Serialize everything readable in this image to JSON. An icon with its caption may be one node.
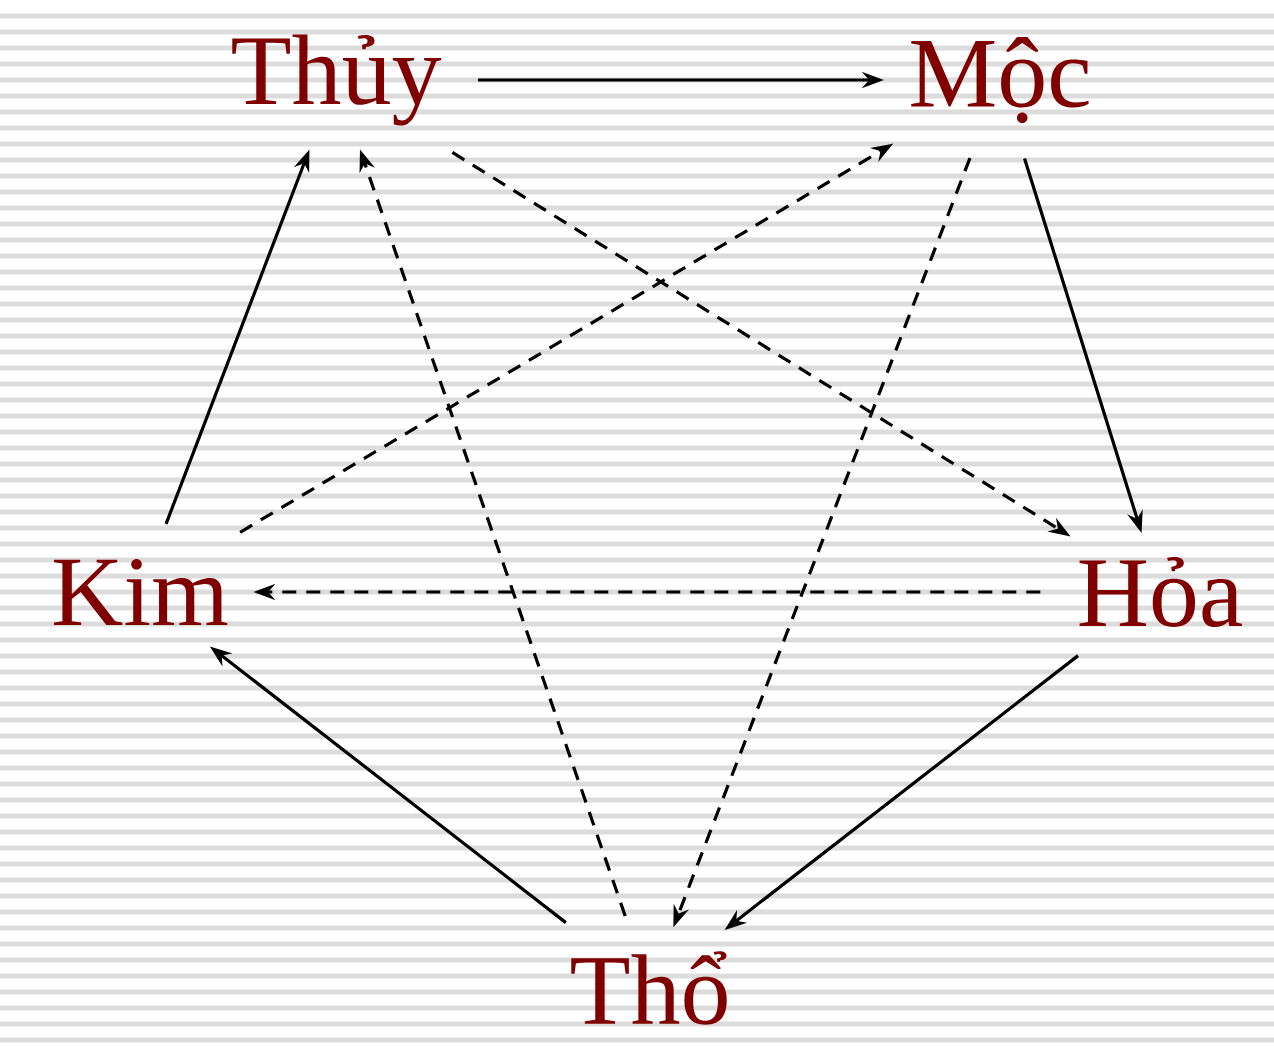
{
  "diagram": {
    "nodes": [
      {
        "text": [
          "Thủy"
        ]
      },
      {
        "text": [
          "Mộc"
        ]
      },
      {
        "text": [
          "Hỏa"
        ]
      },
      {
        "text": [
          "Thổ"
        ]
      },
      {
        "text": [
          "Kim"
        ]
      }
    ],
    "edges": [
      {
        "from": 0,
        "to": 1,
        "arrow": "to"
      },
      {
        "from": 1,
        "to": 2,
        "arrow": "to"
      },
      {
        "from": 2,
        "to": 3,
        "arrow": "to"
      },
      {
        "from": 3,
        "to": 4,
        "arrow": "to"
      },
      {
        "from": 4,
        "to": 0,
        "arrow": "to"
      },
      {
        "from": 0,
        "to": 2,
        "arrow": "to",
        "style": "dashed"
      },
      {
        "from": 2,
        "to": 4,
        "arrow": "to",
        "style": "dashed"
      },
      {
        "from": 4,
        "to": 1,
        "arrow": "to",
        "style": "dashed"
      },
      {
        "from": 1,
        "to": 3,
        "arrow": "to",
        "style": "dashed"
      },
      {
        "from": 3,
        "to": 0,
        "arrow": "to",
        "style": "dashed"
      }
    ]
  }
}
